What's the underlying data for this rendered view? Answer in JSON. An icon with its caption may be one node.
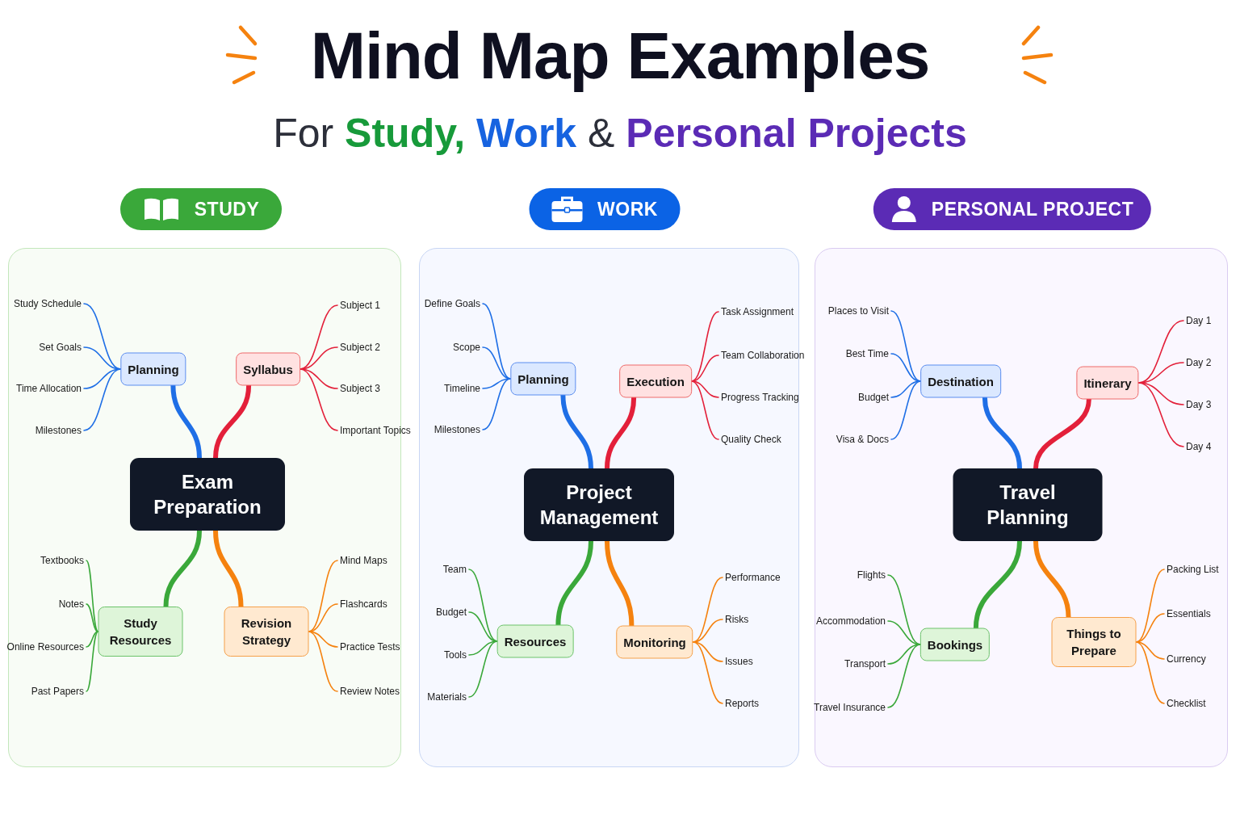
{
  "diagram": {
    "title": "Mind Map Examples",
    "nodes": [
      {
        "text": [
          "STUDY"
        ]
      },
      {
        "text": [
          "Exam Preparation"
        ],
        "in": 0
      },
      {
        "text": [
          "Planning"
        ],
        "in": 0
      },
      {
        "text": [
          "Study Schedule"
        ],
        "in": 0
      },
      {
        "text": [
          "Set Goals"
        ],
        "in": 0
      },
      {
        "text": [
          "Time Allocation"
        ],
        "in": 0
      },
      {
        "text": [
          "Milestones"
        ],
        "in": 0
      },
      {
        "text": [
          "Syllabus"
        ],
        "in": 0
      },
      {
        "text": [
          "Subject 1"
        ],
        "in": 0
      },
      {
        "text": [
          "Subject 2"
        ],
        "in": 0
      },
      {
        "text": [
          "Subject 3"
        ],
        "in": 0
      },
      {
        "text": [
          "Important Topics"
        ],
        "in": 0
      },
      {
        "text": [
          "Study Resources"
        ],
        "in": 0
      },
      {
        "text": [
          "Textbooks"
        ],
        "in": 0
      },
      {
        "text": [
          "Notes"
        ],
        "in": 0
      },
      {
        "text": [
          "Online Resources"
        ],
        "in": 0
      },
      {
        "text": [
          "Past Papers"
        ],
        "in": 0
      },
      {
        "text": [
          "Revision Strategy"
        ],
        "in": 0
      },
      {
        "text": [
          "Mind Maps"
        ],
        "in": 0
      },
      {
        "text": [
          "Flashcards"
        ],
        "in": 0
      },
      {
        "text": [
          "Practice Tests"
        ],
        "in": 0
      },
      {
        "text": [
          "Review Notes"
        ],
        "in": 0
      },
      {
        "text": [
          "WORK"
        ]
      },
      {
        "text": [
          "Project Management"
        ],
        "in": 22
      },
      {
        "text": [
          "Planning"
        ],
        "in": 22
      },
      {
        "text": [
          "Define Goals"
        ],
        "in": 22
      },
      {
        "text": [
          "Scope"
        ],
        "in": 22
      },
      {
        "text": [
          "Timeline"
        ],
        "in": 22
      },
      {
        "text": [
          "Milestones"
        ],
        "in": 22
      },
      {
        "text": [
          "Execution"
        ],
        "in": 22
      },
      {
        "text": [
          "Task Assignment"
        ],
        "in": 22
      },
      {
        "text": [
          "Team Collaboration"
        ],
        "in": 22
      },
      {
        "text": [
          "Progress Tracking"
        ],
        "in": 22
      },
      {
        "text": [
          "Quality Check"
        ],
        "in": 22
      },
      {
        "text": [
          "Resources"
        ],
        "in": 22
      },
      {
        "text": [
          "Team"
        ],
        "in": 22
      },
      {
        "text": [
          "Budget"
        ],
        "in": 22
      },
      {
        "text": [
          "Tools"
        ],
        "in": 22
      },
      {
        "text": [
          "Materials"
        ],
        "in": 22
      },
      {
        "text": [
          "Monitoring"
        ],
        "in": 22
      },
      {
        "text": [
          "Performance"
        ],
        "in": 22
      },
      {
        "text": [
          "Risks"
        ],
        "in": 22
      },
      {
        "text": [
          "Issues"
        ],
        "in": 22
      },
      {
        "text": [
          "Reports"
        ],
        "in": 22
      },
      {
        "text": [
          "PERSONAL PROJECT"
        ]
      },
      {
        "text": [
          "Travel Planning"
        ],
        "in": 44
      },
      {
        "text": [
          "Destination"
        ],
        "in": 44
      },
      {
        "text": [
          "Places to Visit"
        ],
        "in": 44
      },
      {
        "text": [
          "Best Time"
        ],
        "in": 44
      },
      {
        "text": [
          "Budget"
        ],
        "in": 44
      },
      {
        "text": [
          "Visa & Docs"
        ],
        "in": 44
      },
      {
        "text": [
          "Itinerary"
        ],
        "in": 44
      },
      {
        "text": [
          "Day 1"
        ],
        "in": 44
      },
      {
        "text": [
          "Day 2"
        ],
        "in": 44
      },
      {
        "text": [
          "Day 3"
        ],
        "in": 44
      },
      {
        "text": [
          "Day 4"
        ],
        "in": 44
      },
      {
        "text": [
          "Bookings"
        ],
        "in": 44
      },
      {
        "text": [
          "Flights"
        ],
        "in": 44
      },
      {
        "text": [
          "Accommodation"
        ],
        "in": 44
      },
      {
        "text": [
          "Transport"
        ],
        "in": 44
      },
      {
        "text": [
          "Travel Insurance"
        ],
        "in": 44
      },
      {
        "text": [
          "Things to Prepare"
        ],
        "in": 44
      },
      {
        "text": [
          "Packing List"
        ],
        "in": 44
      },
      {
        "text": [
          "Essentials"
        ],
        "in": 44
      },
      {
        "text": [
          "Currency"
        ],
        "in": 44
      },
      {
        "text": [
          "Checklist"
        ],
        "in": 44
      }
    ],
    "edges": [
      {
        "from": 1,
        "to": 2,
        "arrow": "none",
        "style": "thick",
        "color": "#1f6fe6"
      },
      {
        "from": 2,
        "to": 3,
        "arrow": "none",
        "color": "#1f6fe6"
      },
      {
        "from": 2,
        "to": 4,
        "arrow": "none",
        "color": "#1f6fe6"
      },
      {
        "from": 2,
        "to": 5,
        "arrow": "none",
        "color": "#1f6fe6"
      },
      {
        "from": 2,
        "to": 6,
        "arrow": "none",
        "color": "#1f6fe6"
      },
      {
        "from": 1,
        "to": 7,
        "arrow": "none",
        "style": "thick",
        "color": "#e3203a"
      },
      {
        "from": 7,
        "to": 8,
        "arrow": "none",
        "color": "#e3203a"
      },
      {
        "from": 7,
        "to": 9,
        "arrow": "none",
        "color": "#e3203a"
      },
      {
        "from": 7,
        "to": 10,
        "arrow": "none",
        "color": "#e3203a"
      },
      {
        "from": 7,
        "to": 11,
        "arrow": "none",
        "color": "#e3203a"
      },
      {
        "from": 1,
        "to": 12,
        "arrow": "none",
        "style": "thick",
        "color": "#3aa83a"
      },
      {
        "from": 12,
        "to": 13,
        "arrow": "none",
        "color": "#3aa83a"
      },
      {
        "from": 12,
        "to": 14,
        "arrow": "none",
        "color": "#3aa83a"
      },
      {
        "from": 12,
        "to": 15,
        "arrow": "none",
        "color": "#3aa83a"
      },
      {
        "from": 12,
        "to": 16,
        "arrow": "none",
        "color": "#3aa83a"
      },
      {
        "from": 1,
        "to": 17,
        "arrow": "none",
        "style": "thick",
        "color": "#f5820f"
      },
      {
        "from": 17,
        "to": 18,
        "arrow": "none",
        "color": "#f5820f"
      },
      {
        "from": 17,
        "to": 19,
        "arrow": "none",
        "color": "#f5820f"
      },
      {
        "from": 17,
        "to": 20,
        "arrow": "none",
        "color": "#f5820f"
      },
      {
        "from": 17,
        "to": 21,
        "arrow": "none",
        "color": "#f5820f"
      },
      {
        "from": 23,
        "to": 24,
        "arrow": "none",
        "style": "thick",
        "color": "#1f6fe6"
      },
      {
        "from": 24,
        "to": 25,
        "arrow": "none",
        "color": "#1f6fe6"
      },
      {
        "from": 24,
        "to": 26,
        "arrow": "none",
        "color": "#1f6fe6"
      },
      {
        "from": 24,
        "to": 27,
        "arrow": "none",
        "color": "#1f6fe6"
      },
      {
        "from": 24,
        "to": 28,
        "arrow": "none",
        "color": "#1f6fe6"
      },
      {
        "from": 23,
        "to": 29,
        "arrow": "none",
        "style": "thick",
        "color": "#e3203a"
      },
      {
        "from": 29,
        "to": 30,
        "arrow": "none",
        "color": "#e3203a"
      },
      {
        "from": 29,
        "to": 31,
        "arrow": "none",
        "color": "#e3203a"
      },
      {
        "from": 29,
        "to": 32,
        "arrow": "none",
        "color": "#e3203a"
      },
      {
        "from": 29,
        "to": 33,
        "arrow": "none",
        "color": "#e3203a"
      },
      {
        "from": 23,
        "to": 34,
        "arrow": "none",
        "style": "thick",
        "color": "#3aa83a"
      },
      {
        "from": 34,
        "to": 35,
        "arrow": "none",
        "color": "#3aa83a"
      },
      {
        "from": 34,
        "to": 36,
        "arrow": "none",
        "color": "#3aa83a"
      },
      {
        "from": 34,
        "to": 37,
        "arrow": "none",
        "color": "#3aa83a"
      },
      {
        "from": 34,
        "to": 38,
        "arrow": "none",
        "color": "#3aa83a"
      },
      {
        "from": 23,
        "to": 39,
        "arrow": "none",
        "style": "thick",
        "color": "#f5820f"
      },
      {
        "from": 39,
        "to": 40,
        "arrow": "none",
        "color": "#f5820f"
      },
      {
        "from": 39,
        "to": 41,
        "arrow": "none",
        "color": "#f5820f"
      },
      {
        "from": 39,
        "to": 42,
        "arrow": "none",
        "color": "#f5820f"
      },
      {
        "from": 39,
        "to": 43,
        "arrow": "none",
        "color": "#f5820f"
      },
      {
        "from": 45,
        "to": 46,
        "arrow": "none",
        "style": "thick",
        "color": "#1f6fe6"
      },
      {
        "from": 46,
        "to": 47,
        "arrow": "none",
        "color": "#1f6fe6"
      },
      {
        "from": 46,
        "to": 48,
        "arrow": "none",
        "color": "#1f6fe6"
      },
      {
        "from": 46,
        "to": 49,
        "arrow": "none",
        "color": "#1f6fe6"
      },
      {
        "from": 46,
        "to": 50,
        "arrow": "none",
        "color": "#1f6fe6"
      },
      {
        "from": 45,
        "to": 51,
        "arrow": "none",
        "style": "thick",
        "color": "#e3203a"
      },
      {
        "from": 51,
        "to": 52,
        "arrow": "none",
        "color": "#e3203a"
      },
      {
        "from": 51,
        "to": 53,
        "arrow": "none",
        "color": "#e3203a"
      },
      {
        "from": 51,
        "to": 54,
        "arrow": "none",
        "color": "#e3203a"
      },
      {
        "from": 51,
        "to": 55,
        "arrow": "none",
        "color": "#e3203a"
      },
      {
        "from": 45,
        "to": 56,
        "arrow": "none",
        "style": "thick",
        "color": "#3aa83a"
      },
      {
        "from": 56,
        "to": 57,
        "arrow": "none",
        "color": "#3aa83a"
      },
      {
        "from": 56,
        "to": 58,
        "arrow": "none",
        "color": "#3aa83a"
      },
      {
        "from": 56,
        "to": 59,
        "arrow": "none",
        "color": "#3aa83a"
      },
      {
        "from": 56,
        "to": 60,
        "arrow": "none",
        "color": "#3aa83a"
      },
      {
        "from": 45,
        "to": 61,
        "arrow": "none",
        "style": "thick",
        "color": "#f5820f"
      },
      {
        "from": 61,
        "to": 62,
        "arrow": "none",
        "color": "#f5820f"
      },
      {
        "from": 61,
        "to": 63,
        "arrow": "none",
        "color": "#f5820f"
      },
      {
        "from": 61,
        "to": 64,
        "arrow": "none",
        "color": "#f5820f"
      },
      {
        "from": 61,
        "to": 65,
        "arrow": "none",
        "color": "#f5820f"
      }
    ],
    "labels": [
      "For Study, Work & Personal Projects"
    ]
  }
}
